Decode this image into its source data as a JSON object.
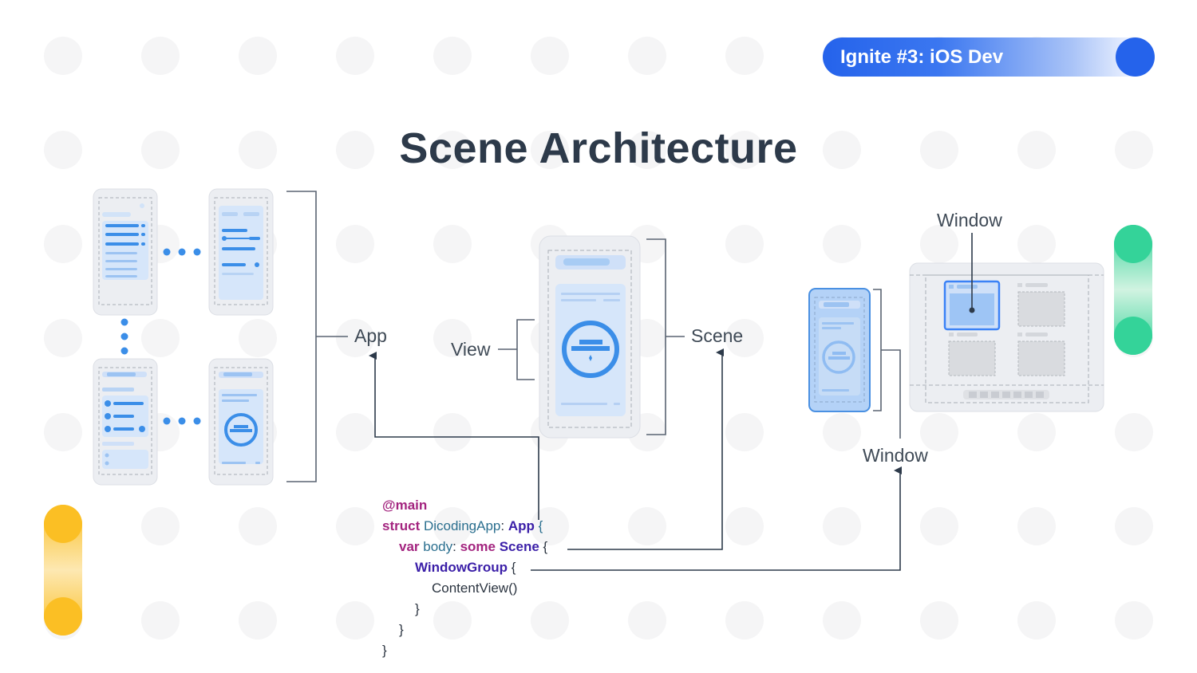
{
  "badge": {
    "label": "Ignite #3: iOS Dev"
  },
  "title": "Scene Architecture",
  "labels": {
    "app": "App",
    "view": "View",
    "scene": "Scene",
    "window_top": "Window",
    "window_bottom": "Window"
  },
  "code": {
    "line1": {
      "kw": "@main"
    },
    "line2": {
      "kw": "struct",
      "name": " DicodingApp",
      "colon": ": ",
      "type": "App",
      "brace": " {"
    },
    "line3": {
      "kw": "var",
      "name": " body",
      "colon": ": ",
      "kw2": "some",
      "type": " Scene",
      "brace": " {"
    },
    "line4": {
      "type": "WindowGroup",
      "brace": " {"
    },
    "line5": {
      "text": "ContentView()"
    },
    "line6": {
      "text": "}"
    },
    "line7": {
      "text": "}"
    },
    "line8": {
      "text": "}"
    }
  },
  "colors": {
    "accent_blue": "#2563eb",
    "phone_blue": "#8fbcf2",
    "phone_fill": "#cfe0f8",
    "line_dark": "#2d3a4a",
    "yellow": "#fbbf24",
    "green": "#34d399",
    "keyword": "#a3247f",
    "type": "#3b1fa8"
  }
}
